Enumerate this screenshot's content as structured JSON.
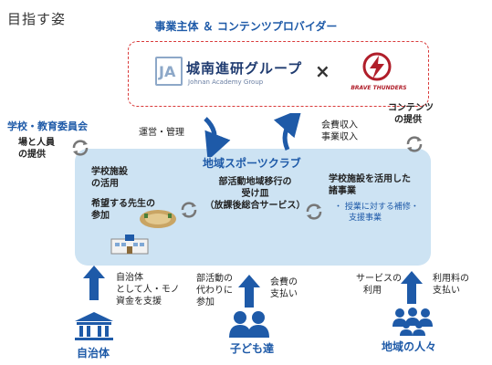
{
  "page_title": "目指す姿",
  "sponsor": {
    "title": "事業主体 ＆ コンテンツプロバイダー",
    "johnan_name": "城南進研グループ",
    "johnan_en": "Johnan Academy Group",
    "times": "×",
    "bt_name": "BRAVE THUNDERS"
  },
  "flows": {
    "left": "運営・管理",
    "right_1": "会費収入",
    "right_2": "事業収入"
  },
  "school_board": {
    "title": "学校・教育委員会",
    "line1": "場と人員",
    "line2": "の提供"
  },
  "contents": {
    "line1": "コンテンツ",
    "line2": "の提供"
  },
  "club": {
    "title": "地域スポーツクラブ",
    "facility_1": "学校施設",
    "facility_2": "の活用",
    "teacher_1": "希望する先生の",
    "teacher_2": "参加",
    "center_1": "部活動地域移行の",
    "center_2": "受け皿",
    "center_3": "（放課後総合サービス）",
    "right_1": "学校施設を活用した",
    "right_2": "諸事業",
    "right_bullet_1": "・ 授業に対する補修・",
    "right_bullet_2": "支援事業"
  },
  "bottom": {
    "gov": {
      "label": "自治体",
      "desc_1": "自治体",
      "desc_2": "として人・モノ",
      "desc_3": "資金を支援"
    },
    "children": {
      "label": "子ども達",
      "left_1": "部活動の",
      "left_2": "代わりに",
      "left_3": "参加",
      "right_1": "会費の",
      "right_2": "支払い"
    },
    "community": {
      "label": "地域の人々",
      "left_1": "サービスの",
      "left_2": "利用",
      "right_1": "利用料の",
      "right_2": "支払い"
    }
  },
  "colors": {
    "accent": "#1e5aa8",
    "club_bg": "#cde3f3",
    "sponsor_border": "#d93a3a"
  }
}
